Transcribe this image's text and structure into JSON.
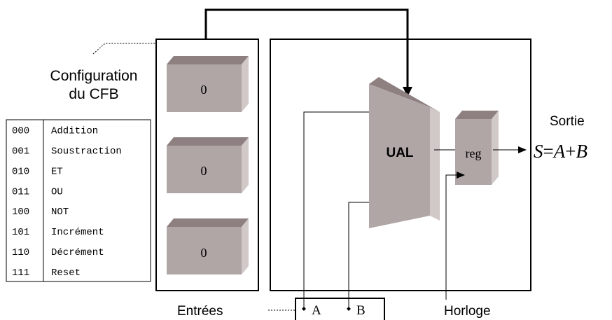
{
  "config": {
    "title_line1": "Configuration",
    "title_line2": "du CFB",
    "table": [
      {
        "code": "000",
        "op": "Addition"
      },
      {
        "code": "001",
        "op": "Soustraction"
      },
      {
        "code": "010",
        "op": "ET"
      },
      {
        "code": "011",
        "op": "OU"
      },
      {
        "code": "100",
        "op": "NOT"
      },
      {
        "code": "101",
        "op": "Incrément"
      },
      {
        "code": "110",
        "op": "Décrément"
      },
      {
        "code": "111",
        "op": "Reset"
      }
    ]
  },
  "blocks": [
    "0",
    "0",
    "0"
  ],
  "ual_label": "UAL",
  "reg_label": "reg",
  "output": {
    "title": "Sortie",
    "eq_s": "S",
    "eq_eq": "=",
    "eq_a": "A",
    "eq_plus": "+",
    "eq_b": "B"
  },
  "inputs": {
    "label": "Entrées",
    "a": "A",
    "b": "B"
  },
  "clock_label": "Horloge",
  "colors": {
    "block_front": "#b1a6a6",
    "block_top": "#8e8080",
    "block_side": "#d1c8c8",
    "ual_front": "#b1a6a6",
    "ual_side": "#d1c8c8",
    "line": "#000000"
  }
}
